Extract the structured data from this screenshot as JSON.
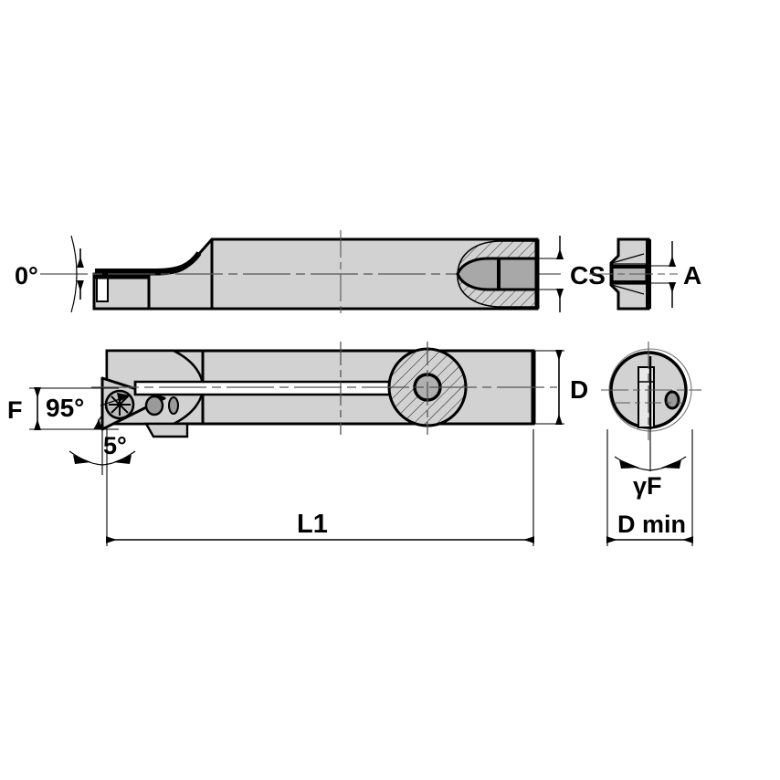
{
  "drawing": {
    "title": "Boring bar technical drawing",
    "background_color": "#ffffff",
    "line_color": "#000000",
    "body_fill": "#d2d2d2",
    "bore_fill": "#a8a8a8",
    "insert_fill": "#c6c6c6",
    "views": [
      {
        "name": "side-view-top",
        "description": "Side elevation of boring bar with insert at left and coolant bore at right"
      },
      {
        "name": "end-view-top-right",
        "description": "End view of cutting head showing insert seat"
      },
      {
        "name": "top-view-bottom",
        "description": "Plan view of boring bar with triangular insert, clamp screw and coolant channel"
      },
      {
        "name": "end-view-bottom-right",
        "description": "End view of shank showing bore diameter and flat"
      }
    ],
    "labels": {
      "angle_rake": "0°",
      "dim_cs": "CS",
      "dim_a": "A",
      "dim_f": "F",
      "angle_lead": "95°",
      "angle_clearance": "5°",
      "dim_d": "D",
      "dim_l1": "L1",
      "angle_gamma_f": "γF",
      "dim_d_min": "D min"
    }
  }
}
